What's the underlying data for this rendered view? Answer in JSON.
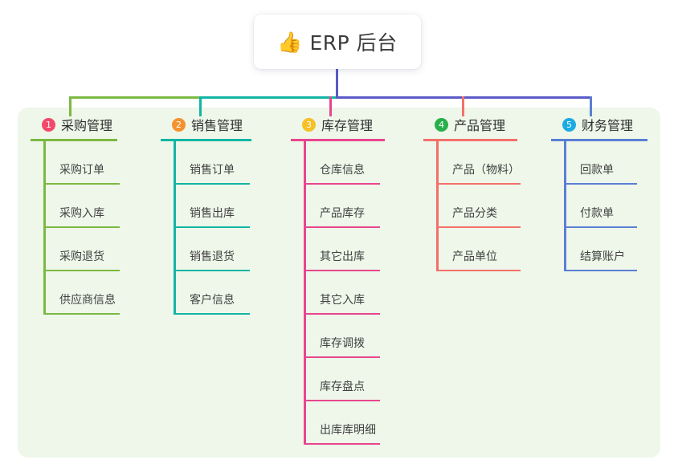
{
  "root": {
    "icon": "thumbs-up-emoji",
    "emoji": "👍",
    "title": "ERP 后台"
  },
  "panel": {
    "background_color": "#eef7e9"
  },
  "connector": {
    "trunk_color": "#5a5ac8",
    "bar_colors": [
      "#7cb942",
      "#11b5a4",
      "#5a5ac8",
      "#5a5ac8"
    ],
    "drop_colors": [
      "#7cb942",
      "#11b5a4",
      "#e8468f",
      "#f4706a",
      "#5a7fd4"
    ]
  },
  "branches": [
    {
      "number": "1",
      "title": "采购管理",
      "badge_color": "#f2496a",
      "line_color": "#7cb942",
      "leaves": [
        {
          "label": "采购订单"
        },
        {
          "label": "采购入库"
        },
        {
          "label": "采购退货"
        },
        {
          "label": "供应商信息"
        }
      ]
    },
    {
      "number": "2",
      "title": "销售管理",
      "badge_color": "#f5922f",
      "line_color": "#11b5a4",
      "leaves": [
        {
          "label": "销售订单"
        },
        {
          "label": "销售出库"
        },
        {
          "label": "销售退货"
        },
        {
          "label": "客户信息"
        }
      ]
    },
    {
      "number": "3",
      "title": "库存管理",
      "badge_color": "#f6c026",
      "line_color": "#e8468f",
      "leaves": [
        {
          "label": "仓库信息"
        },
        {
          "label": "产品库存"
        },
        {
          "label": "其它出库"
        },
        {
          "label": "其它入库"
        },
        {
          "label": "库存调拨"
        },
        {
          "label": "库存盘点"
        },
        {
          "label": "出库库明细"
        }
      ]
    },
    {
      "number": "4",
      "title": "产品管理",
      "badge_color": "#28b04a",
      "line_color": "#f4706a",
      "leaves": [
        {
          "label": "产品（物料）"
        },
        {
          "label": "产品分类"
        },
        {
          "label": "产品单位"
        }
      ]
    },
    {
      "number": "5",
      "title": "财务管理",
      "badge_color": "#1aabe3",
      "line_color": "#5a7fd4",
      "leaves": [
        {
          "label": "回款单"
        },
        {
          "label": "付款单"
        },
        {
          "label": "结算账户"
        }
      ]
    }
  ]
}
